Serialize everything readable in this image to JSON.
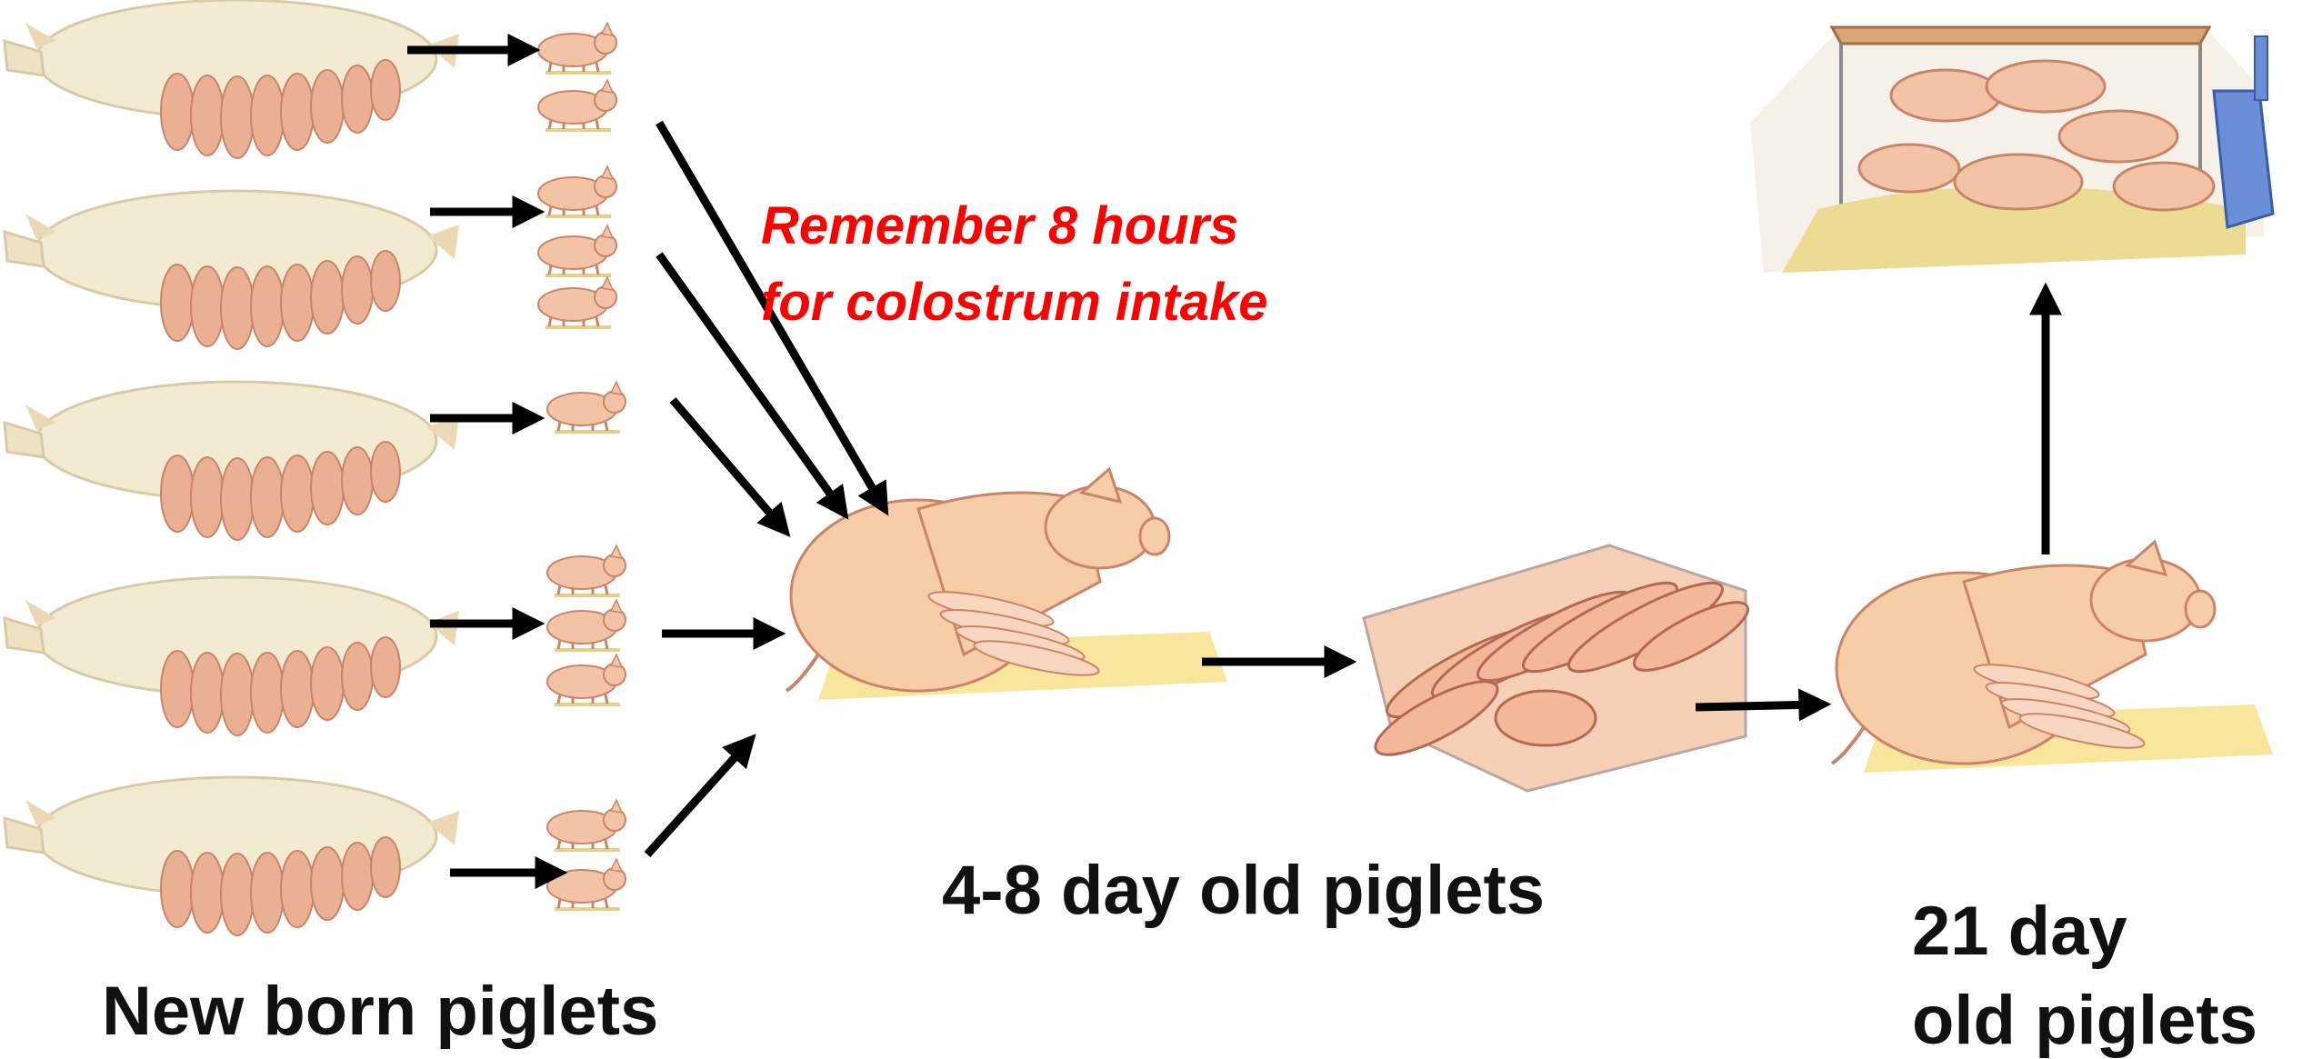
{
  "labels": {
    "note_line1": "Remember 8 hours",
    "note_line2": "for colostrum intake",
    "newborn": "New born piglets",
    "age_4_8": "4-8 day old piglets",
    "age_21_line1": "21 day",
    "age_21_line2": "old piglets"
  },
  "colors": {
    "note": "#ff0000",
    "arrow": "#000000",
    "sow_white": "#f3ead2",
    "piglet_pink": "#f3c3a5",
    "pig_peach": "#f6cda6",
    "straw_yellow": "#f7e69b",
    "feeder_blue": "#6a8fd6"
  }
}
